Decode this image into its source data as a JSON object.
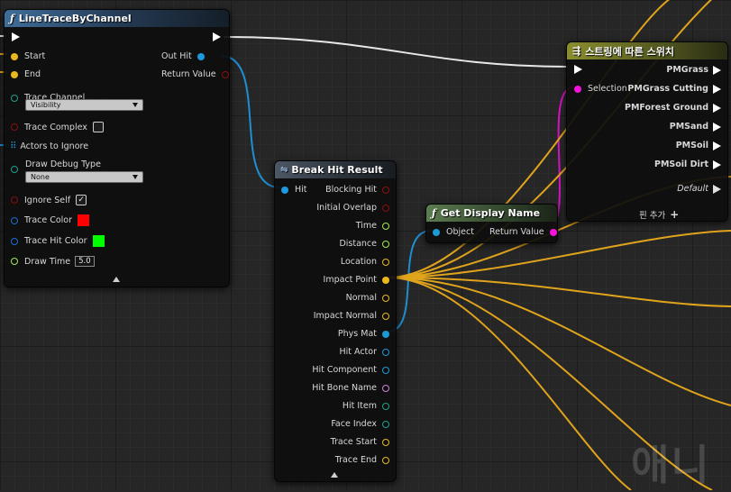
{
  "colors": {
    "exec": "#ffffff",
    "boolean": "#8e0d0d",
    "vector": "#e8b81c",
    "float": "#a2e94f",
    "struct": "#1e98df",
    "object": "#1c9ad6",
    "name": "#c984d6",
    "string": "#f414d9",
    "wire_vector": "#e0a41c",
    "wire_object": "#1f8fd0",
    "wire_string": "#d414c2",
    "trace_color": "#ff0000",
    "trace_hit_color": "#00ff00"
  },
  "line_trace": {
    "title": "LineTraceByChannel",
    "icon": "function-icon",
    "pins": {
      "start": "Start",
      "end": "End",
      "trace_channel": "Trace Channel",
      "trace_channel_value": "Visibility",
      "trace_complex": "Trace Complex",
      "actors_to_ignore": "Actors to Ignore",
      "draw_debug_type": "Draw Debug Type",
      "draw_debug_value": "None",
      "ignore_self": "Ignore Self",
      "trace_color": "Trace Color",
      "trace_hit_color": "Trace Hit Color",
      "draw_time": "Draw Time",
      "draw_time_value": "5.0",
      "out_hit": "Out Hit",
      "return_value": "Return Value"
    }
  },
  "break_hit": {
    "title": "Break Hit Result",
    "input": "Hit",
    "outputs": [
      "Blocking Hit",
      "Initial Overlap",
      "Time",
      "Distance",
      "Location",
      "Impact Point",
      "Normal",
      "Impact Normal",
      "Phys Mat",
      "Hit Actor",
      "Hit Component",
      "Hit Bone Name",
      "Hit Item",
      "Face Index",
      "Trace Start",
      "Trace End"
    ]
  },
  "get_display_name": {
    "title": "Get Display Name",
    "input": "Object",
    "output": "Return Value"
  },
  "switch_node": {
    "title": "스트링에 따른 스위치",
    "input": "Selection",
    "outputs": [
      "PMGrass",
      "PMGrass Cutting",
      "PMForest Ground",
      "PMSand",
      "PMSoil",
      "PMSoil Dirt"
    ],
    "default": "Default",
    "add_pin": "핀 추가"
  },
  "watermark": "애니"
}
